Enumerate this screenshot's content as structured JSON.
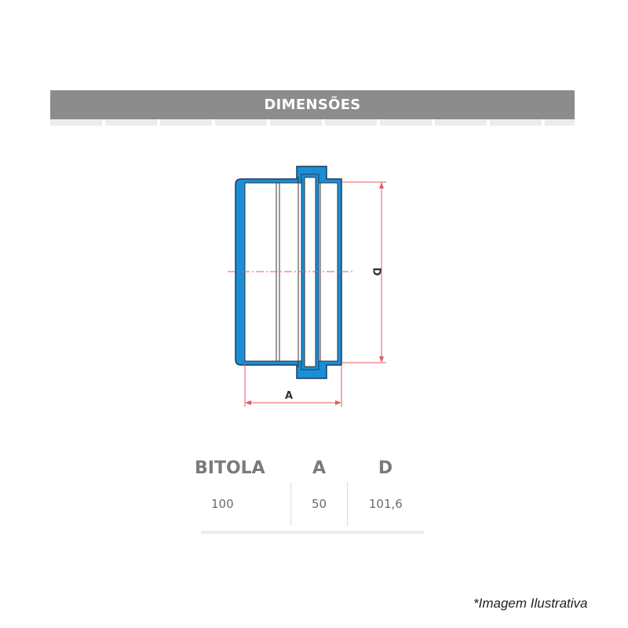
{
  "header": {
    "title": "DIMENSÕES"
  },
  "drawing": {
    "label_d": "D",
    "label_a": "A"
  },
  "table": {
    "headers": {
      "bitola": "BITOLA",
      "a": "A",
      "d": "D"
    },
    "rows": [
      {
        "bitola": "100",
        "a": "50",
        "d": "101,6"
      }
    ]
  },
  "note": "*Imagem Ilustrativa",
  "colors": {
    "header_bg": "#8c8c8c",
    "part_blue": "#1a8fd6",
    "dimension_red": "#e05a66"
  }
}
